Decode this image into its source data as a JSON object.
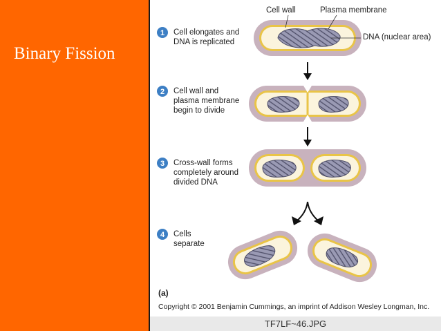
{
  "slide": {
    "title": "Binary Fission",
    "colors": {
      "left_panel": "#ff6600",
      "step_badge": "#3d7fc4",
      "cell_wall": "#c8b2bd",
      "plasma_membrane": "#e9c447",
      "cytoplasm": "#fbf4dd",
      "dna": "#8a8aa6"
    }
  },
  "figure": {
    "callouts": {
      "cell_wall": "Cell wall",
      "plasma_membrane": "Plasma membrane",
      "dna": "DNA (nuclear area)"
    },
    "steps": [
      {
        "number": "1",
        "lines": [
          "Cell elongates and",
          "DNA is replicated"
        ]
      },
      {
        "number": "2",
        "lines": [
          "Cell wall and",
          "plasma membrane",
          "begin to divide"
        ]
      },
      {
        "number": "3",
        "lines": [
          "Cross-wall forms",
          "completely around",
          "divided DNA"
        ]
      },
      {
        "number": "4",
        "lines": [
          "Cells",
          "separate"
        ]
      }
    ],
    "label": "(a)",
    "copyright": "Copyright © 2001 Benjamin Cummings, an imprint of Addison Wesley Longman, Inc."
  },
  "footer": {
    "file_name": "TF7LF~46.JPG"
  }
}
